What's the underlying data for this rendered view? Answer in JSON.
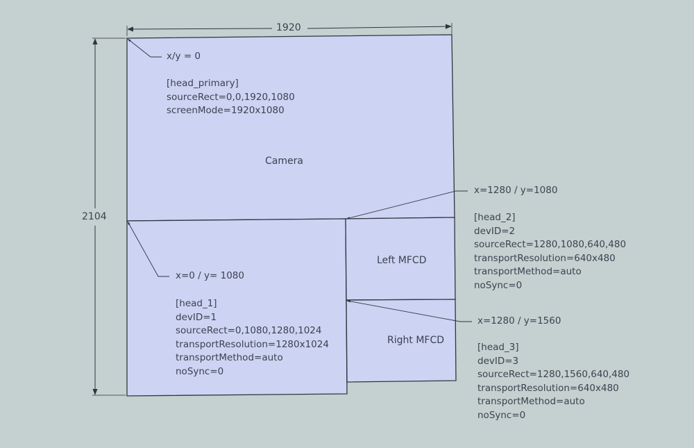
{
  "colors": {
    "background": "#c5d0d0",
    "region_fill": "#cdd3f2",
    "line": "#2f3540",
    "text": "#3c4250"
  },
  "dimensions": {
    "width_label": "1920",
    "height_label": "2104"
  },
  "regions": {
    "camera": {
      "label": "Camera"
    },
    "left_mfcd": {
      "label": "Left MFCD"
    },
    "right_mfcd": {
      "label": "Right MFCD"
    },
    "head_1_block": {
      "label": ""
    }
  },
  "annotations": {
    "head_primary": {
      "coord": "x/y = 0",
      "lines": [
        "[head_primary]",
        "sourceRect=0,0,1920,1080",
        "screenMode=1920x1080"
      ]
    },
    "head_1": {
      "coord": "x=0 / y= 1080",
      "lines": [
        "[head_1]",
        "devID=1",
        "sourceRect=0,1080,1280,1024",
        "transportResolution=1280x1024",
        "transportMethod=auto",
        "noSync=0"
      ]
    },
    "head_2": {
      "coord": "x=1280 / y=1080",
      "lines": [
        "[head_2]",
        "devID=2",
        "sourceRect=1280,1080,640,480",
        "transportResolution=640x480",
        "transportMethod=auto",
        "noSync=0"
      ]
    },
    "head_3": {
      "coord": "x=1280 / y=1560",
      "lines": [
        "[head_3]",
        "devID=3",
        "sourceRect=1280,1560,640,480",
        "transportResolution=640x480",
        "transportMethod=auto",
        "noSync=0"
      ]
    }
  }
}
